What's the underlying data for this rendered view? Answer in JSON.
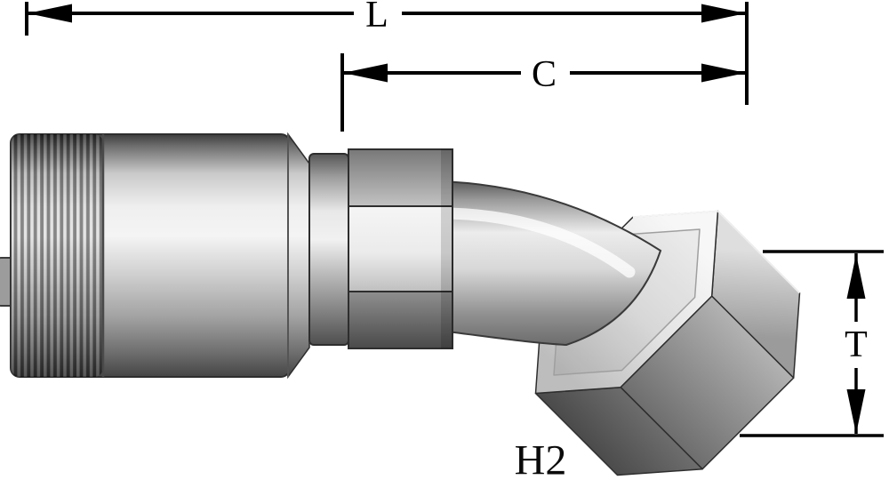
{
  "diagram": {
    "labels": {
      "L": "L",
      "C": "C",
      "T": "T",
      "part": "H2"
    },
    "colors": {
      "line": "#000000",
      "background": "#ffffff",
      "metal_highlight": "#f4f4f4",
      "metal_mid": "#b8b8b8",
      "metal_dark": "#4a4a4a"
    }
  }
}
